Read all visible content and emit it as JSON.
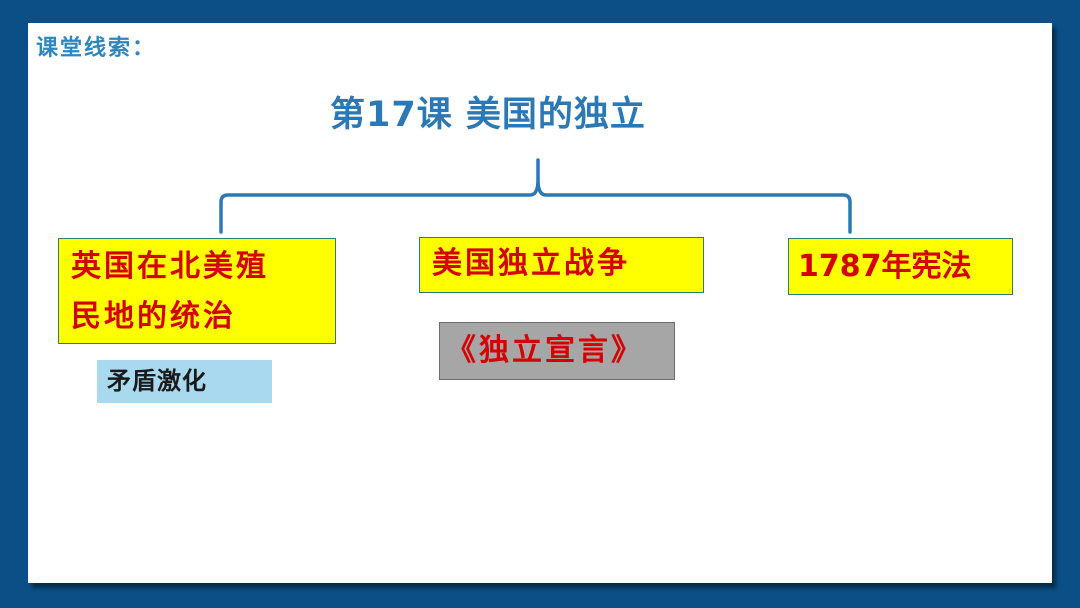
{
  "header": {
    "clue_label": "课堂线索：",
    "title": "第17课  美国的独立"
  },
  "nodes": {
    "colony_line1": "英国在北美殖",
    "colony_line2": "民地的统治",
    "war": "美国独立战争",
    "constitution": "1787年宪法",
    "declaration": "《独立宣言》",
    "conflict": "矛盾激化"
  },
  "colors": {
    "frame": "#0b4f86",
    "title": "#2b78b6",
    "node_fill": "#ffff00",
    "node_text": "#d40000",
    "declaration_fill": "#a6a6a6",
    "conflict_fill": "#a9d9ef",
    "connector": "#2b78b6"
  }
}
